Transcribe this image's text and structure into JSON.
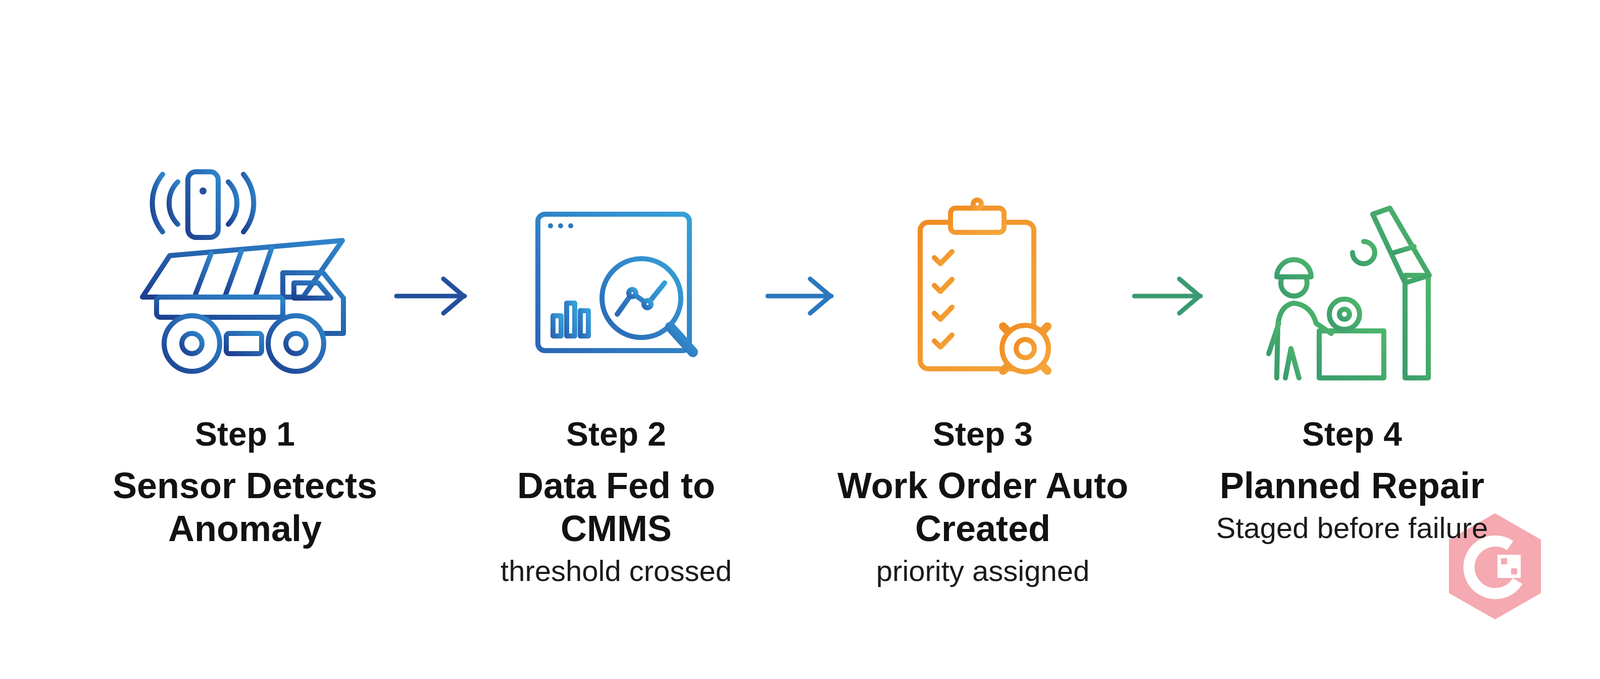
{
  "diagram": {
    "nodes": [
      {
        "text": [
          "Step 1",
          "Sensor Detects Anomaly"
        ]
      },
      {
        "text": [
          "Step 2",
          "Data Fed to CMMS",
          "threshold crossed"
        ]
      },
      {
        "text": [
          "Step 3",
          "Work Order Auto Created",
          "priority assigned"
        ]
      },
      {
        "text": [
          "Step 4",
          "Planned Repair",
          "Staged before failure"
        ]
      }
    ],
    "edges": [
      {
        "from": 0,
        "to": 1,
        "arrow": "to"
      },
      {
        "from": 1,
        "to": 2,
        "arrow": "to"
      },
      {
        "from": 2,
        "to": 3,
        "arrow": "to"
      }
    ]
  }
}
